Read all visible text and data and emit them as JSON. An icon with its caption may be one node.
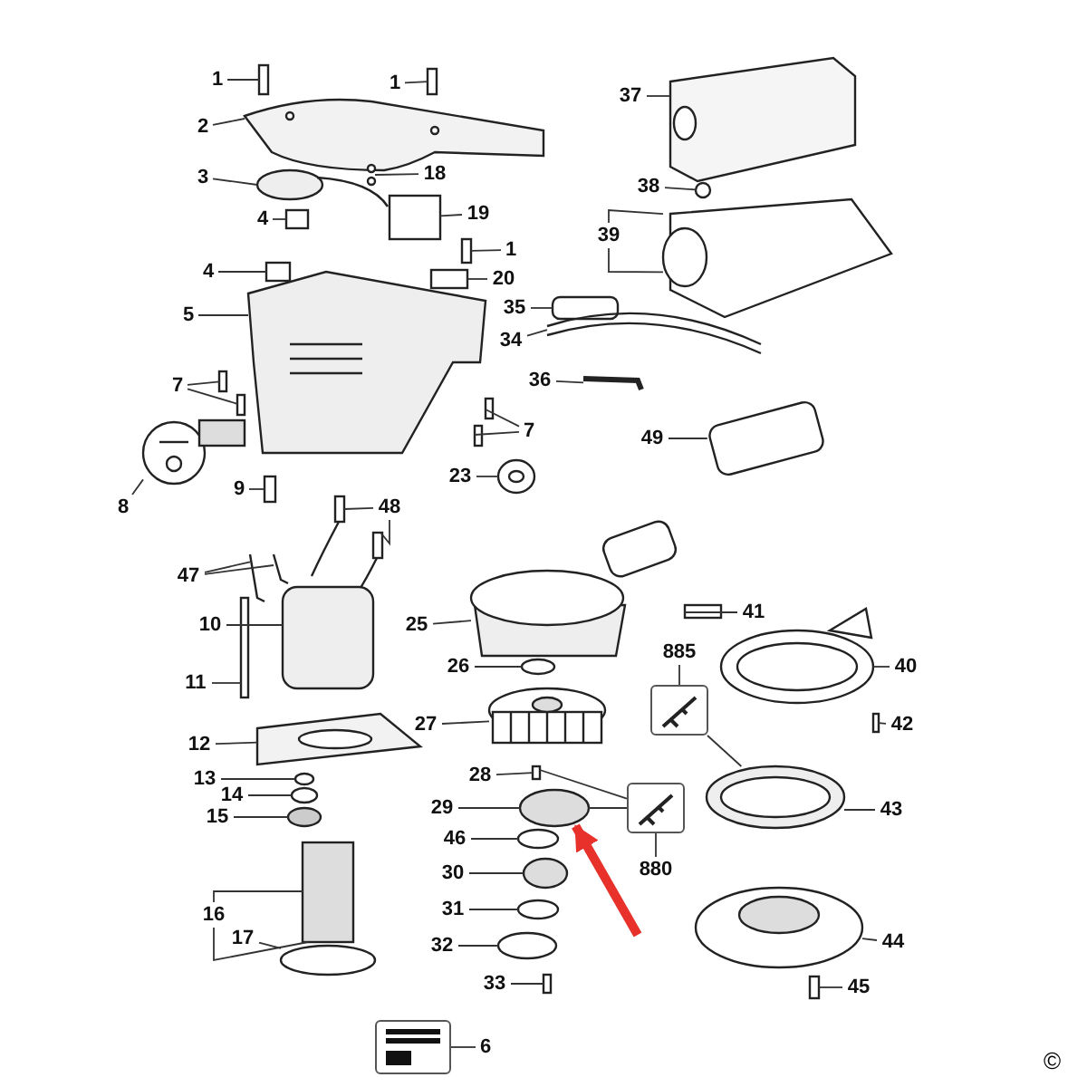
{
  "diagram": {
    "nodes": [
      {
        "text": [
          "1"
        ]
      },
      {
        "text": [
          "1"
        ]
      },
      {
        "text": [
          "2"
        ]
      },
      {
        "text": [
          "3"
        ]
      },
      {
        "text": [
          "18"
        ]
      },
      {
        "text": [
          "19"
        ]
      },
      {
        "text": [
          "1"
        ]
      },
      {
        "text": [
          "4"
        ]
      },
      {
        "text": [
          "4"
        ]
      },
      {
        "text": [
          "20"
        ]
      },
      {
        "text": [
          "35"
        ]
      },
      {
        "text": [
          "5"
        ]
      },
      {
        "text": [
          "34"
        ]
      },
      {
        "text": [
          "7"
        ]
      },
      {
        "text": [
          "7"
        ]
      },
      {
        "text": [
          "36"
        ]
      },
      {
        "text": [
          "8"
        ]
      },
      {
        "text": [
          "9"
        ]
      },
      {
        "text": [
          "23"
        ]
      },
      {
        "text": [
          "49"
        ]
      },
      {
        "text": [
          "48"
        ]
      },
      {
        "text": [
          "47"
        ]
      },
      {
        "text": [
          "10"
        ]
      },
      {
        "text": [
          "41"
        ]
      },
      {
        "text": [
          "25"
        ]
      },
      {
        "text": [
          "11"
        ]
      },
      {
        "text": [
          "26"
        ]
      },
      {
        "text": [
          "885"
        ]
      },
      {
        "text": [
          "40"
        ]
      },
      {
        "text": [
          "27"
        ]
      },
      {
        "text": [
          "12"
        ]
      },
      {
        "text": [
          "42"
        ]
      },
      {
        "text": [
          "28"
        ]
      },
      {
        "text": [
          "13"
        ]
      },
      {
        "text": [
          "14"
        ]
      },
      {
        "text": [
          "15"
        ]
      },
      {
        "text": [
          "29"
        ]
      },
      {
        "text": [
          "43"
        ]
      },
      {
        "text": [
          "880"
        ]
      },
      {
        "text": [
          "46"
        ]
      },
      {
        "text": [
          "30"
        ]
      },
      {
        "text": [
          "16"
        ]
      },
      {
        "text": [
          "17"
        ]
      },
      {
        "text": [
          "31"
        ]
      },
      {
        "text": [
          "32"
        ]
      },
      {
        "text": [
          "44"
        ]
      },
      {
        "text": [
          "33"
        ]
      },
      {
        "text": [
          "45"
        ]
      },
      {
        "text": [
          "6"
        ]
      },
      {
        "text": [
          "37"
        ]
      },
      {
        "text": [
          "38"
        ]
      },
      {
        "text": [
          "39"
        ]
      },
      {
        "text": [],
        "shape": "picture"
      },
      {
        "text": [],
        "shape": "picture"
      },
      {
        "text": [],
        "shape": "picture"
      },
      {
        "text": [],
        "shape": "box"
      },
      {
        "text": [],
        "shape": "box"
      },
      {
        "text": [],
        "shape": "picture"
      },
      {
        "text": [],
        "shape": "picture"
      },
      {
        "text": [],
        "shape": "picture"
      },
      {
        "text": [],
        "shape": "box"
      },
      {
        "text": [],
        "shape": "box"
      },
      {
        "text": [],
        "shape": "box"
      },
      {
        "text": [],
        "shape": "box"
      },
      {
        "text": [],
        "shape": "box"
      },
      {
        "text": [],
        "shape": "box"
      },
      {
        "text": [],
        "shape": "picture"
      },
      {
        "text": [],
        "shape": "picture"
      },
      {
        "text": [],
        "shape": "box"
      },
      {
        "text": [],
        "shape": "box"
      },
      {
        "text": [],
        "shape": "box"
      },
      {
        "text": [],
        "shape": "box"
      },
      {
        "text": [],
        "shape": "picture"
      },
      {
        "text": [],
        "shape": "picture"
      },
      {
        "text": [],
        "shape": "box"
      },
      {
        "text": [],
        "shape": "picture"
      },
      {
        "text": [],
        "shape": "box"
      },
      {
        "text": [],
        "shape": "picture"
      },
      {
        "text": [],
        "shape": "picture"
      },
      {
        "text": [],
        "shape": "picture"
      },
      {
        "text": [],
        "shape": "picture"
      },
      {
        "text": [],
        "shape": "box"
      },
      {
        "text": [],
        "shape": "box"
      },
      {
        "text": [],
        "shape": "picture"
      },
      {
        "text": [],
        "shape": "box"
      },
      {
        "text": [],
        "shape": "ellipse"
      },
      {
        "text": [],
        "shape": "picture"
      },
      {
        "text": [],
        "shape": "picture"
      },
      {
        "text": [],
        "shape": "picture"
      },
      {
        "text": [],
        "shape": "box"
      },
      {
        "text": [],
        "shape": "box"
      },
      {
        "text": [],
        "shape": "ellipse"
      },
      {
        "text": [],
        "shape": "ellipse"
      },
      {
        "text": [],
        "shape": "ellipse"
      },
      {
        "text": [],
        "shape": "ellipse"
      },
      {
        "text": [],
        "shape": "picture"
      },
      {
        "text": [],
        "shape": "ellipse"
      },
      {
        "text": [],
        "shape": "ellipse"
      },
      {
        "text": [],
        "shape": "box"
      },
      {
        "text": [],
        "shape": "ellipse"
      },
      {
        "text": [],
        "shape": "ellipse"
      },
      {
        "text": [],
        "shape": "ellipse"
      },
      {
        "text": [],
        "shape": "picture"
      },
      {
        "text": [],
        "shape": "box"
      },
      {
        "text": [],
        "shape": "box"
      },
      {
        "text": [],
        "shape": "picture"
      },
      {
        "text": [],
        "shape": "circle"
      },
      {
        "text": [],
        "shape": "picture"
      }
    ],
    "edges": [
      {
        "from": 0,
        "to": 55,
        "arrow": "none"
      },
      {
        "from": 1,
        "to": 56,
        "arrow": "none"
      },
      {
        "from": 2,
        "to": 57,
        "arrow": "none"
      },
      {
        "from": 3,
        "to": 58,
        "arrow": "none"
      },
      {
        "from": 4,
        "to": 59,
        "arrow": "none"
      },
      {
        "from": 5,
        "to": 60,
        "arrow": "none"
      },
      {
        "from": 6,
        "to": 61,
        "arrow": "none"
      },
      {
        "from": 7,
        "to": 62,
        "arrow": "none"
      },
      {
        "from": 8,
        "to": 63,
        "arrow": "none"
      },
      {
        "from": 9,
        "to": 64,
        "arrow": "none"
      },
      {
        "from": 10,
        "to": 65,
        "arrow": "none"
      },
      {
        "from": 11,
        "to": 66,
        "arrow": "none"
      },
      {
        "from": 12,
        "to": 67,
        "arrow": "none"
      },
      {
        "from": 13,
        "to": 68,
        "arrow": "none"
      },
      {
        "from": 13,
        "to": 69,
        "arrow": "none"
      },
      {
        "from": 14,
        "to": 70,
        "arrow": "none"
      },
      {
        "from": 14,
        "to": 71,
        "arrow": "none"
      },
      {
        "from": 15,
        "to": 72,
        "arrow": "none"
      },
      {
        "from": 16,
        "to": 73,
        "arrow": "none"
      },
      {
        "from": 17,
        "to": 74,
        "arrow": "none"
      },
      {
        "from": 18,
        "to": 75,
        "arrow": "none"
      },
      {
        "from": 19,
        "to": 76,
        "arrow": "none"
      },
      {
        "from": 20,
        "to": 77,
        "arrow": "none"
      },
      {
        "from": 20,
        "to": 78,
        "arrow": "none"
      },
      {
        "from": 21,
        "to": 79,
        "arrow": "none"
      },
      {
        "from": 21,
        "to": 80,
        "arrow": "none"
      },
      {
        "from": 22,
        "to": 81,
        "arrow": "none"
      },
      {
        "from": 23,
        "to": 82,
        "arrow": "none"
      },
      {
        "from": 24,
        "to": 83,
        "arrow": "none"
      },
      {
        "from": 25,
        "to": 84,
        "arrow": "none"
      },
      {
        "from": 26,
        "to": 85,
        "arrow": "none"
      },
      {
        "from": 27,
        "to": 52,
        "arrow": "none"
      },
      {
        "from": 28,
        "to": 86,
        "arrow": "none"
      },
      {
        "from": 29,
        "to": 87,
        "arrow": "none"
      },
      {
        "from": 30,
        "to": 88,
        "arrow": "none"
      },
      {
        "from": 31,
        "to": 89,
        "arrow": "none"
      },
      {
        "from": 32,
        "to": 90,
        "arrow": "none"
      },
      {
        "from": 33,
        "to": 91,
        "arrow": "none"
      },
      {
        "from": 34,
        "to": 92,
        "arrow": "none"
      },
      {
        "from": 35,
        "to": 93,
        "arrow": "none"
      },
      {
        "from": 36,
        "to": 94,
        "arrow": "none"
      },
      {
        "from": 37,
        "to": 95,
        "arrow": "none"
      },
      {
        "from": 38,
        "to": 53,
        "arrow": "none"
      },
      {
        "from": 39,
        "to": 96,
        "arrow": "none"
      },
      {
        "from": 40,
        "to": 97,
        "arrow": "none"
      },
      {
        "from": 41,
        "to": 98,
        "arrow": "none"
      },
      {
        "from": 41,
        "to": 98,
        "arrow": "none"
      },
      {
        "from": 42,
        "to": 99,
        "arrow": "none"
      },
      {
        "from": 43,
        "to": 100,
        "arrow": "none"
      },
      {
        "from": 44,
        "to": 101,
        "arrow": "none"
      },
      {
        "from": 45,
        "to": 102,
        "arrow": "none"
      },
      {
        "from": 46,
        "to": 103,
        "arrow": "none"
      },
      {
        "from": 47,
        "to": 104,
        "arrow": "none"
      },
      {
        "from": 48,
        "to": 54,
        "arrow": "none"
      },
      {
        "from": 49,
        "to": 105,
        "arrow": "none"
      },
      {
        "from": 50,
        "to": 106,
        "arrow": "none"
      },
      {
        "from": 51,
        "to": 107,
        "arrow": "none"
      },
      {
        "from": 51,
        "to": 107,
        "arrow": "none"
      },
      {
        "from": 52,
        "to": 95,
        "arrow": "none"
      },
      {
        "from": 53,
        "to": 94,
        "arrow": "none"
      },
      {
        "from": 53,
        "to": 90,
        "arrow": "none"
      },
      {
        "from": null,
        "to": 94,
        "arrow": "to",
        "style": "thick",
        "color": "#e8312a"
      }
    ],
    "labels": [
      "©"
    ]
  }
}
